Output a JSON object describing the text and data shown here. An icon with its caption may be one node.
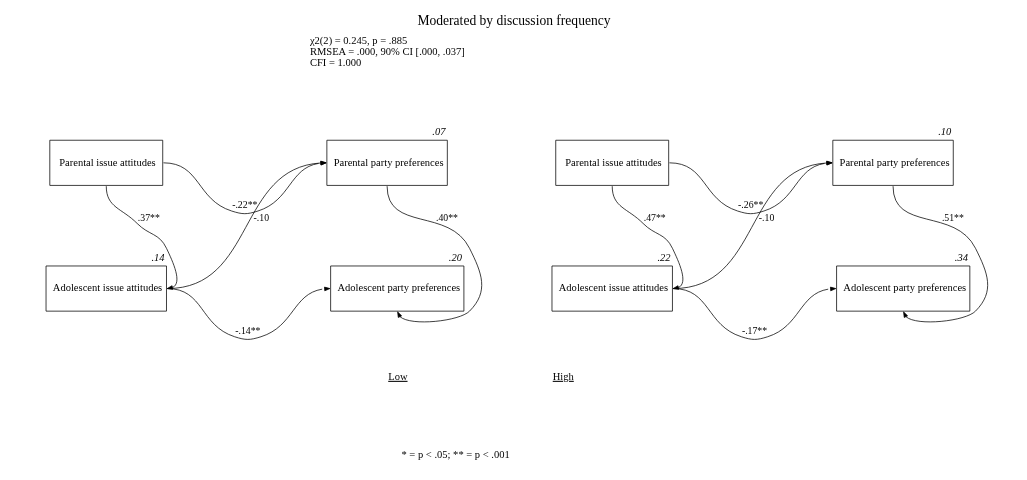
{
  "diagram": {
    "title": "Moderated by discussion frequency",
    "nodes": [
      {
        "text": [
          "Parental issue attitudes"
        ]
      },
      {
        "text": [
          "Parental party preferences"
        ],
        "beside": [
          ".07"
        ]
      },
      {
        "text": [
          "Parental issue attitudes"
        ]
      },
      {
        "text": [
          "Parental party preferences"
        ],
        "beside": [
          ".10"
        ]
      },
      {
        "text": [
          "Adolescent issue attitudes"
        ],
        "beside": [
          ".14"
        ]
      },
      {
        "text": [
          "Adolescent party preferences"
        ],
        "beside": [
          ".20"
        ]
      },
      {
        "text": [
          "Adolescent issue attitudes"
        ],
        "beside": [
          ".22"
        ]
      },
      {
        "text": [
          "Adolescent party preferences"
        ],
        "beside": [
          ".34"
        ]
      }
    ],
    "edges": [
      {
        "from": 0,
        "to": 1,
        "arrow": "to",
        "label": "-.22**"
      },
      {
        "from": 0,
        "to": 4,
        "arrow": "to",
        "label": ".37**"
      },
      {
        "from": 4,
        "to": 1,
        "arrow": "to",
        "label": "-.10"
      },
      {
        "from": 1,
        "to": 5,
        "arrow": "to",
        "label": ".40**"
      },
      {
        "from": 4,
        "to": 5,
        "arrow": "to",
        "label": "-.14**"
      },
      {
        "from": 2,
        "to": 3,
        "arrow": "to",
        "label": "-.26**"
      },
      {
        "from": 2,
        "to": 6,
        "arrow": "to",
        "label": ".47**"
      },
      {
        "from": 6,
        "to": 3,
        "arrow": "to",
        "label": "-.10"
      },
      {
        "from": 3,
        "to": 7,
        "arrow": "to",
        "label": ".51**"
      },
      {
        "from": 6,
        "to": 7,
        "arrow": "to",
        "label": "-.17**"
      }
    ],
    "labels": [
      "χ2(2) = 0.245, p = .885",
      "RMSEA = .000, 90% CI [.000, .037]",
      "CFI = 1.000",
      "Low",
      "High",
      "* = p < .05; ** = p < .001"
    ]
  }
}
